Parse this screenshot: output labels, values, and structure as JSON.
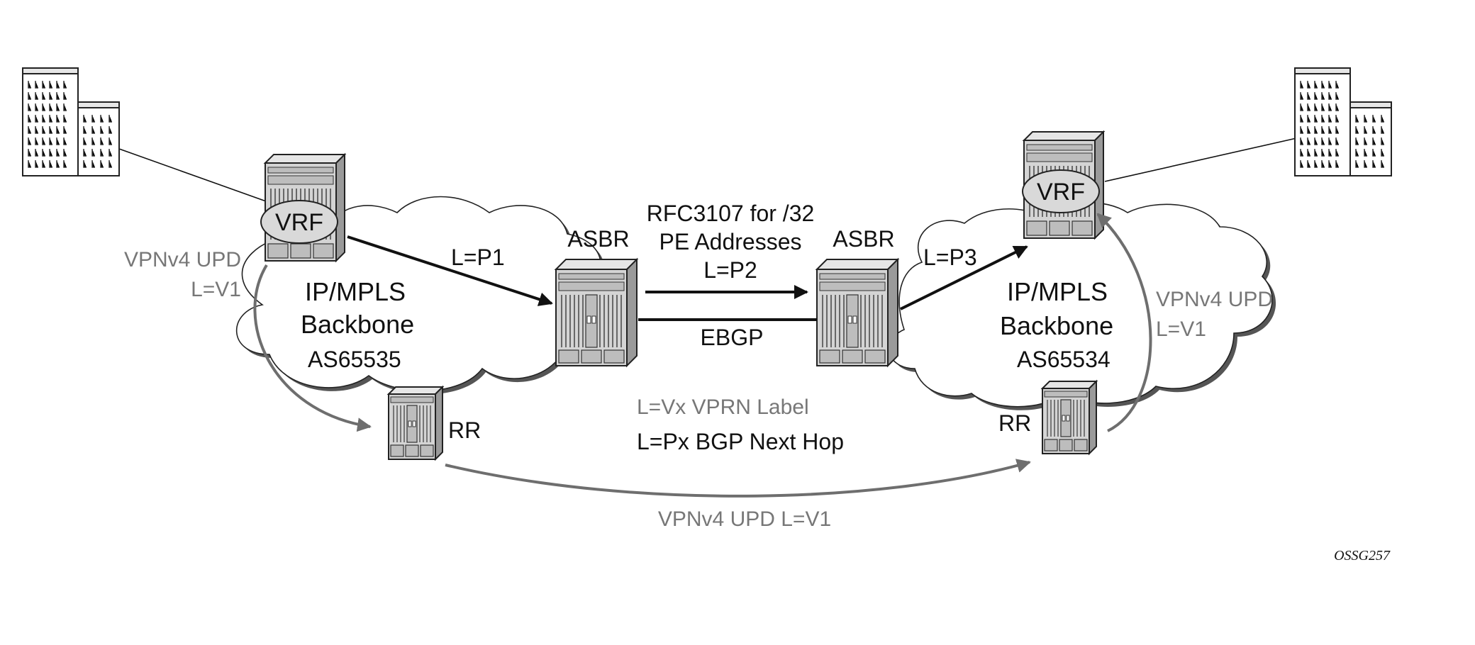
{
  "labels": {
    "vrf_left": "VRF",
    "vrf_right": "VRF",
    "asbr_left": "ASBR",
    "asbr_right": "ASBR",
    "rr_left": "RR",
    "rr_right": "RR",
    "backbone_left_1": "IP/MPLS",
    "backbone_left_2": "Backbone",
    "backbone_left_as": "AS65535",
    "backbone_right_1": "IP/MPLS",
    "backbone_right_2": "Backbone",
    "backbone_right_as": "AS65534",
    "rfc_line1": "RFC3107 for /32",
    "rfc_line2": "PE Addresses",
    "rfc_line3": "L=P2",
    "ebgp": "EBGP",
    "lp1": "L=P1",
    "lp3": "L=P3",
    "vpnv4_left_1": "VPNv4 UPD",
    "vpnv4_left_2": "L=V1",
    "vpnv4_right_1": "VPNv4 UPD",
    "vpnv4_right_2": "L=V1",
    "legend_vx": "L=Vx VPRN Label",
    "legend_px": "L=Px BGP Next Hop",
    "vpnv4_bottom": "VPNv4 UPD L=V1",
    "figure_id": "OSSG257"
  },
  "colors": {
    "black_arrow": "#111111",
    "gray_arrow": "#6e6e6e",
    "gray_text": "#777777",
    "device_face": "#d4d4d4",
    "device_side": "#9a9a9a",
    "device_top": "#e6e6e6",
    "vrf_fill": "#d9d9d9"
  }
}
